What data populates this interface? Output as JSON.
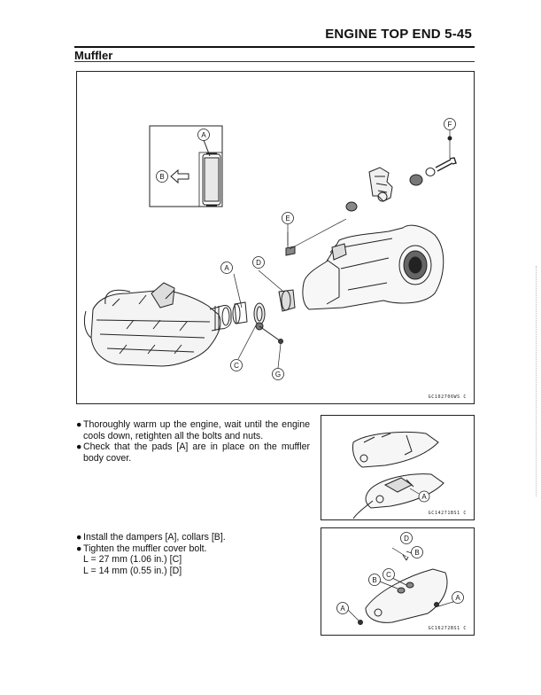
{
  "header": {
    "title": "ENGINE TOP END 5-45"
  },
  "section": {
    "title": "Muffler"
  },
  "figures": {
    "main": {
      "code": "GC102706WS C",
      "callouts": {
        "a_inset": "A",
        "b_inset": "B",
        "f": "F",
        "e": "E",
        "a": "A",
        "d": "D",
        "c": "C",
        "g": "G"
      }
    },
    "pads": {
      "code": "GC14271BS1 C",
      "callouts": {
        "a": "A"
      }
    },
    "dampers": {
      "code": "GC16272BS1 C",
      "callouts": {
        "d": "D",
        "b1": "B",
        "b2": "B",
        "c": "C",
        "a1": "A",
        "a2": "A"
      }
    }
  },
  "instructions1": {
    "bullets": [
      "Thoroughly warm up the engine, wait until the engine cools down, retighten all the bolts and nuts.",
      "Check that the pads [A] are in place on the muffler body cover."
    ]
  },
  "instructions2": {
    "bullets": [
      "Install the dampers [A], collars [B].",
      "Tighten the muffler cover bolt."
    ],
    "specs": [
      "L = 27 mm (1.06 in.) [C]",
      "L = 14 mm (0.55 in.) [D]"
    ]
  },
  "bullet_glyph": "●"
}
